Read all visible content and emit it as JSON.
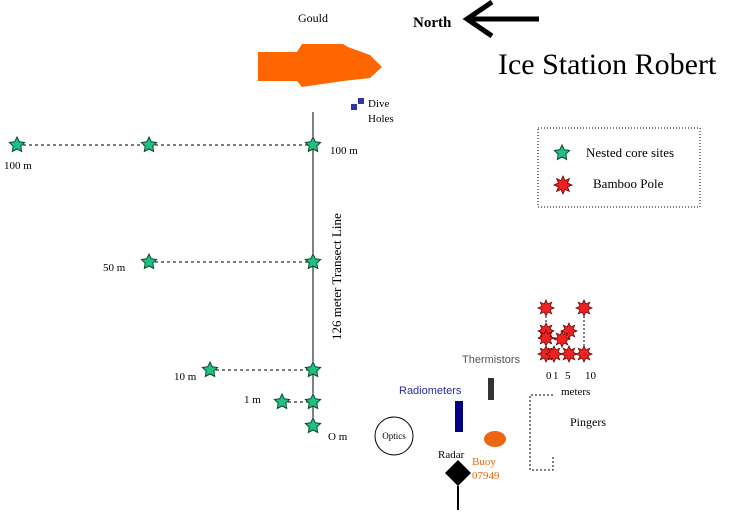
{
  "title": "Ice Station Robert",
  "north": {
    "label": "North"
  },
  "ship": {
    "label": "Gould"
  },
  "dive_holes": {
    "line1": "Dive",
    "line2": "Holes"
  },
  "transect": {
    "label": "126 meter Transect Line",
    "markers": [
      "100 m",
      "100 m",
      "50 m",
      "10 m",
      "1 m",
      "O m"
    ]
  },
  "legend": {
    "core_sites": "Nested core sites",
    "bamboo_pole": "Bamboo Pole"
  },
  "pole_grid": {
    "axis_labels": [
      "0",
      "1",
      "5",
      "10"
    ],
    "units": "meters"
  },
  "instruments": {
    "thermistors": "Thermistors",
    "radiometers": "Radiometers",
    "optics": "Optics",
    "pingers": "Pingers",
    "radar": "Radar",
    "buoy_line1": "Buoy",
    "buoy_line2": "07949"
  },
  "colors": {
    "ship": "#ff6600",
    "core_star": "#20c080",
    "pole_star": "#ee2222",
    "dive_holes": "#3333aa",
    "radiometer": "#000080",
    "radiometer_label": "#2b2baa",
    "thermistor": "#333333",
    "thermistor_label": "#555555",
    "buoy": "#ee6611"
  }
}
